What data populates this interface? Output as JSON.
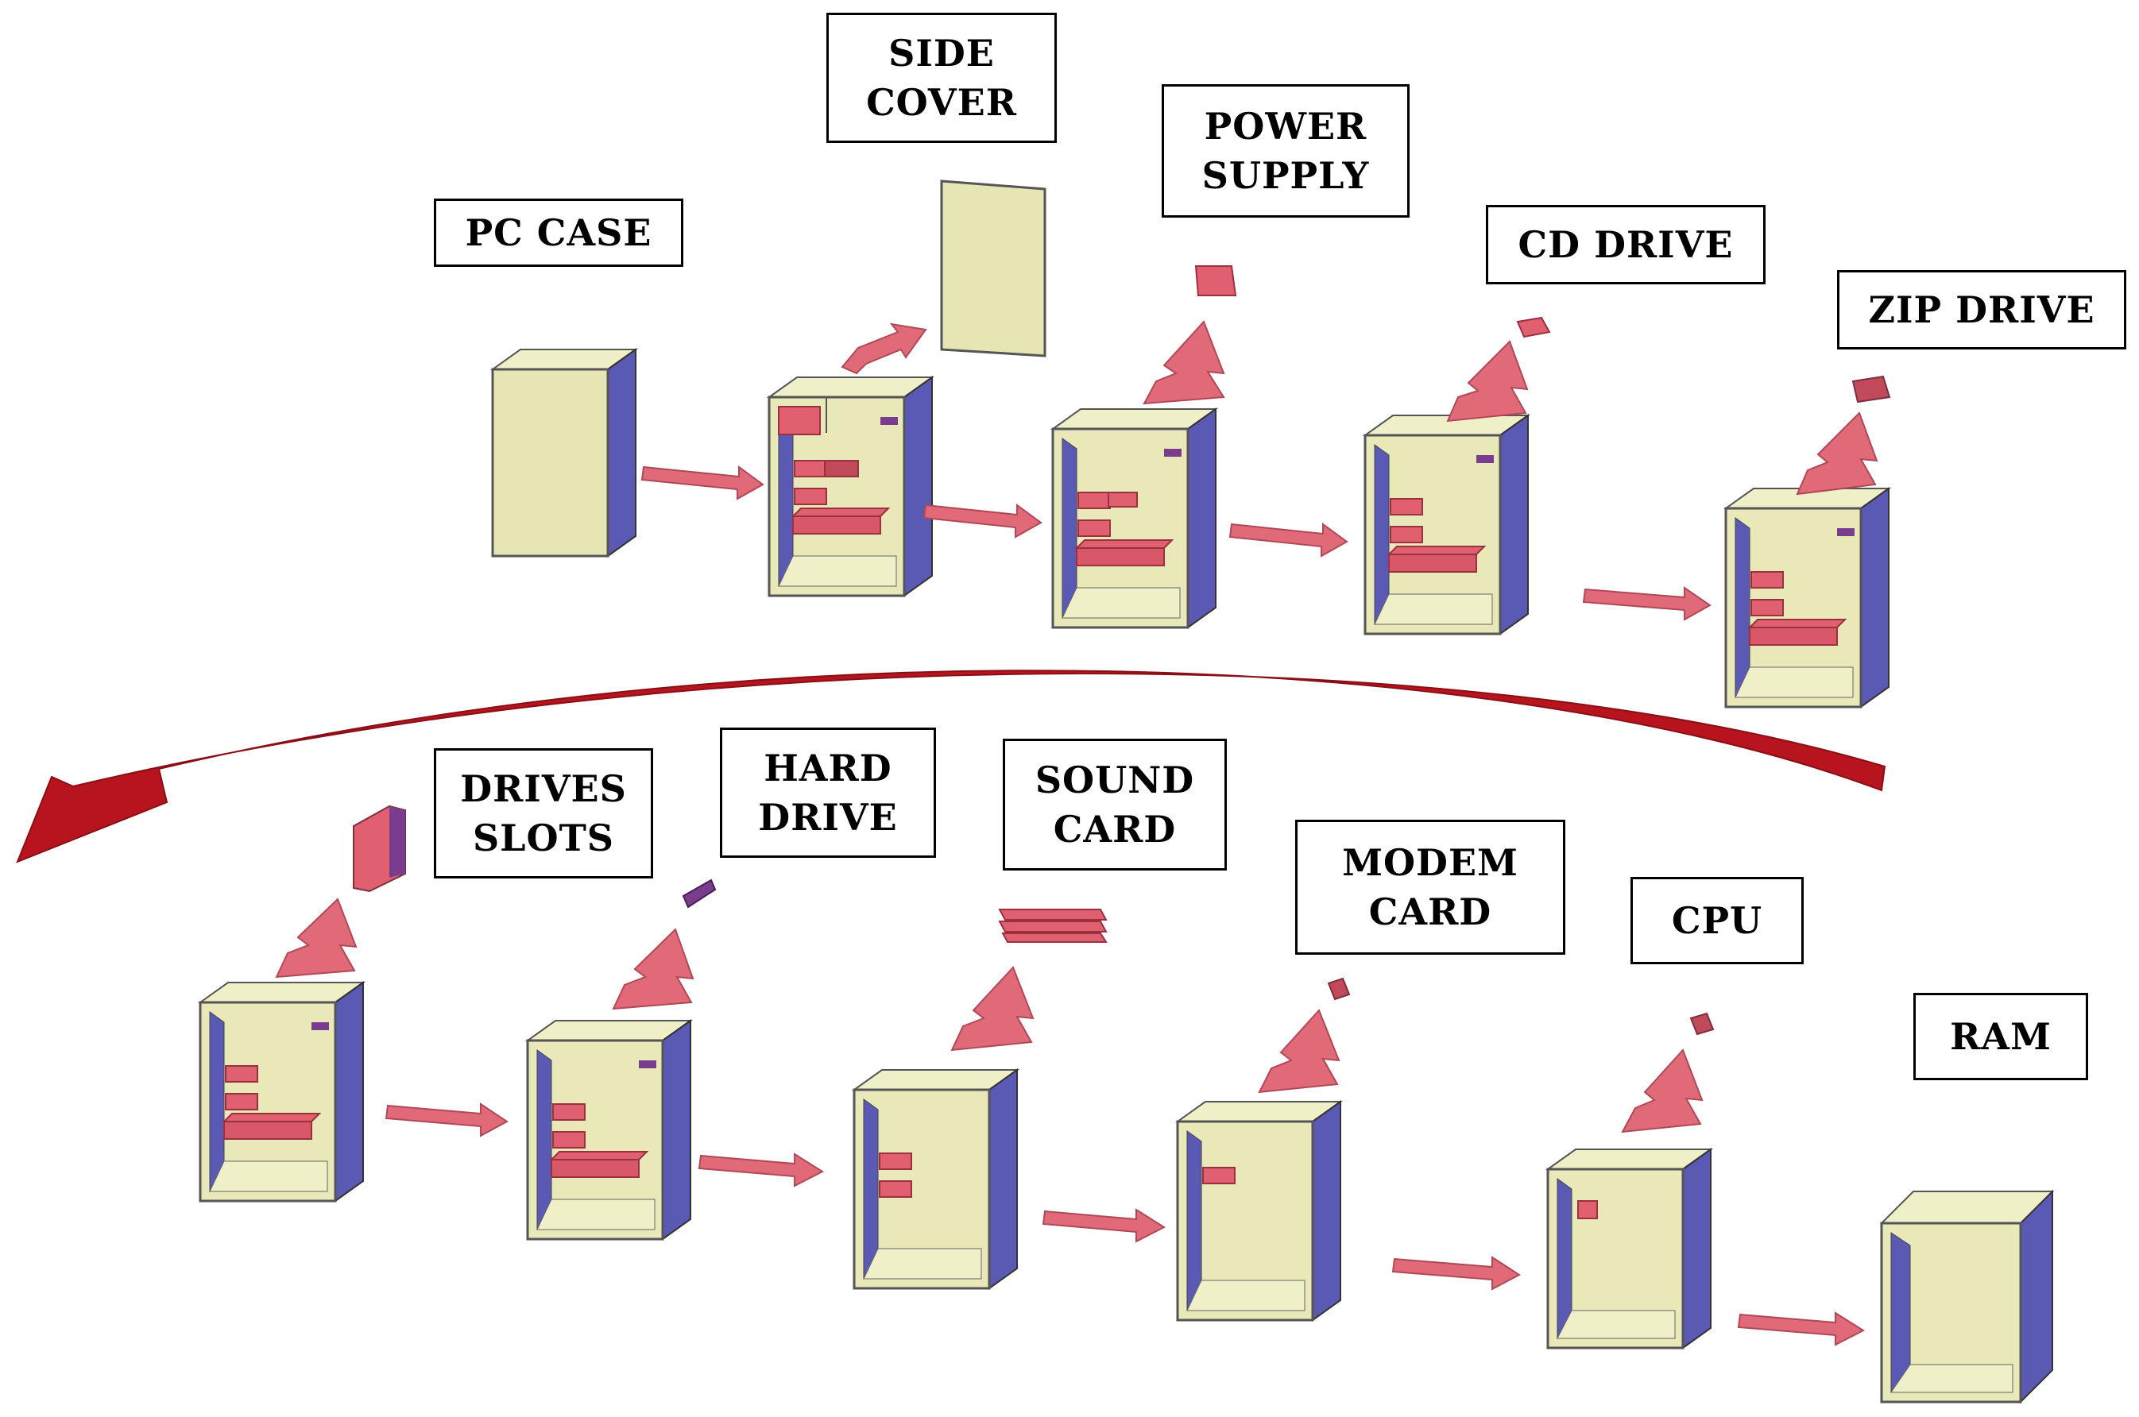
{
  "labels": {
    "pc_case": "PC CASE",
    "side_cover": "SIDE\nCOVER",
    "power_supply": "POWER\nSUPPLY",
    "cd_drive": "CD DRIVE",
    "zip_drive": "ZIP DRIVE",
    "drives_slots": "DRIVES\nSLOTS",
    "hard_drive": "HARD\nDRIVE",
    "sound_card": "SOUND\nCARD",
    "modem_card": "MODEM\nCARD",
    "cpu": "CPU",
    "ram": "RAM"
  },
  "colors": {
    "case_front": "#e6e6b4",
    "case_side": "#5a5ab4",
    "case_top": "#f0f0c8",
    "case_inner": "#e8e8b8",
    "component": "#e06070",
    "component_dark": "#c04a5a",
    "slot_purple": "#7a3c8c",
    "arrow": "#e06a78",
    "arrow_stroke": "#b04858",
    "big_arrow": "#b8141e",
    "label_border": "#000000"
  }
}
